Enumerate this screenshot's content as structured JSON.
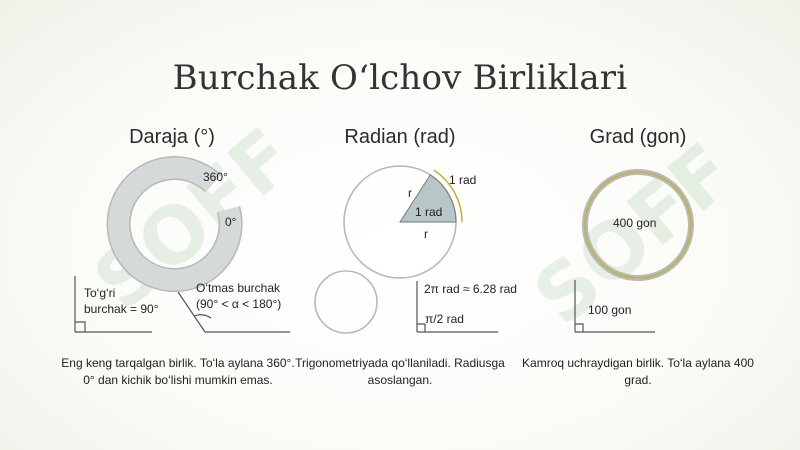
{
  "title": "Burchak O‘lchov Birliklari",
  "watermark": "SOFF",
  "colors": {
    "ring": "#d3d6d6",
    "ring_edge": "#b5b9b9",
    "gold": "#c8b040",
    "sector": "#b7c7c7",
    "line": "#555555"
  },
  "degree": {
    "heading": "Daraja (°)",
    "label_360": "360°",
    "label_0": "0°",
    "right_angle_label": "To‘g‘ri\nburchak = 90°",
    "obtuse_label": "O‘tmas burchak\n(90° < α < 180°)",
    "description": "Eng keng tarqalgan birlik. To‘la aylana 360°. 0° dan kichik bo‘lishi mumkin emas."
  },
  "radian": {
    "heading": "Radian (rad)",
    "r_label_1": "r",
    "r_label_2": "r",
    "sector_label": "1 rad",
    "arc_label": "1 rad",
    "full_label": "2π rad ≈ 6.28 rad",
    "right_label": "π/2 rad",
    "description": "Trigonometriyada qo‘llaniladi. Radiusga asoslangan."
  },
  "grad": {
    "heading": "Grad (gon)",
    "full_label": "400 gon",
    "right_label": "100 gon",
    "description": "Kamroq uchraydigan birlik. To‘la aylana 400 grad."
  }
}
